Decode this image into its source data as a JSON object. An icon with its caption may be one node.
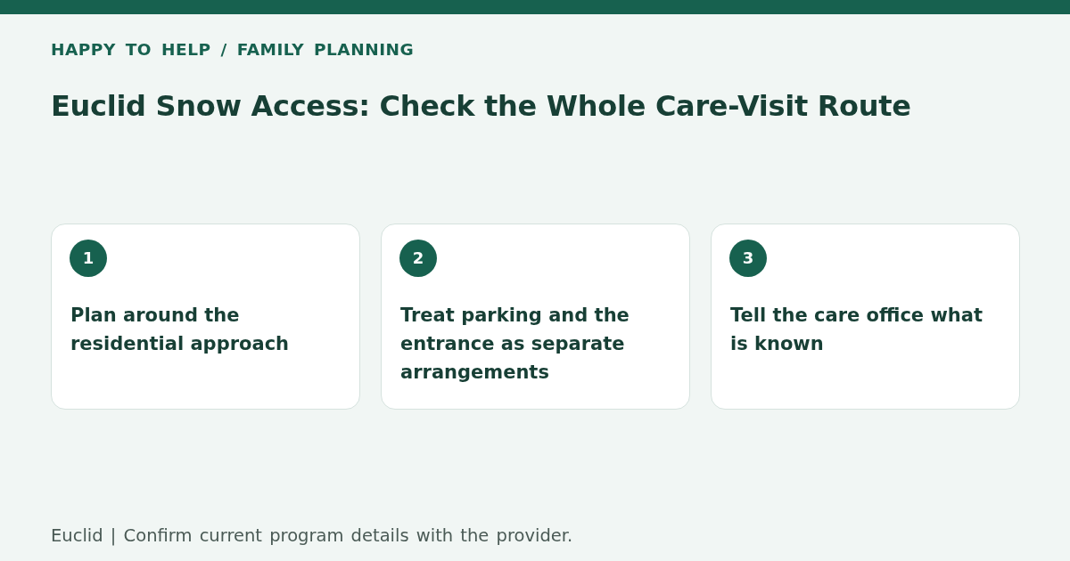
{
  "diagram": {
    "title": "Euclid Snow Access: Check the Whole Care-Visit Route",
    "nodes": [
      {
        "text": [
          "Plan around the residential approach"
        ]
      },
      {
        "text": [
          "1"
        ],
        "in": 0
      },
      {
        "text": [
          "Treat parking and the entrance as separate arrangements"
        ]
      },
      {
        "text": [
          "2"
        ],
        "in": 2
      },
      {
        "text": [
          "Tell the care office what is known"
        ]
      },
      {
        "text": [
          "3"
        ],
        "in": 4
      }
    ],
    "labels": [
      "HAPPY TO HELP / FAMILY PLANNING"
    ],
    "caption": "Euclid | Confirm current program details with the provider."
  }
}
